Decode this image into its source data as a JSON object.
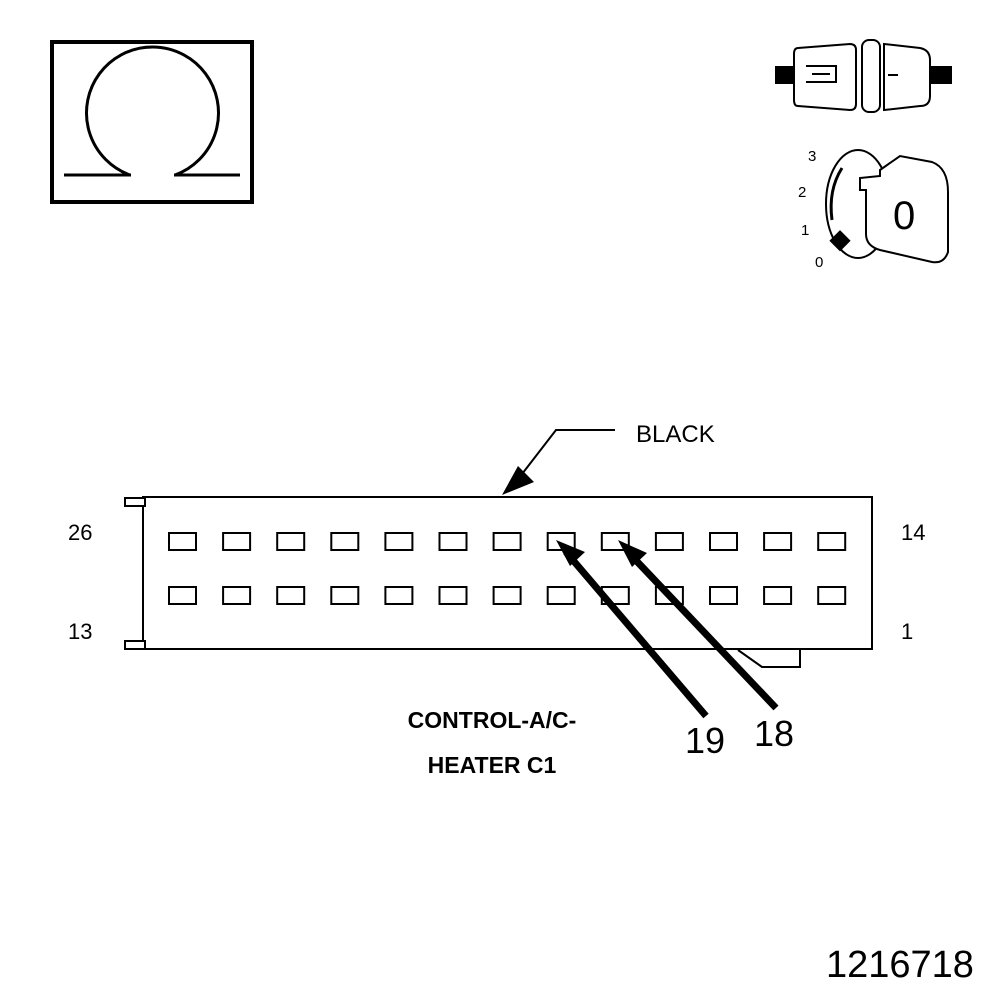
{
  "symbol": {
    "icon": "ohm-icon"
  },
  "ignition_icon": {
    "icons": [
      "fuse-connector-icon",
      "ignition-key-icon"
    ],
    "positions": [
      "3",
      "2",
      "1",
      "0"
    ],
    "key_label": "0"
  },
  "connector": {
    "color": "BLACK",
    "title_line1": "CONTROL-A/C-",
    "title_line2": "HEATER C1",
    "pin_labels": {
      "top_left": "26",
      "bottom_left": "13",
      "top_right": "14",
      "bottom_right": "1"
    },
    "rows": 2,
    "cavities_per_row": 13,
    "callouts": [
      "19",
      "18"
    ]
  },
  "figure_number": "1216718"
}
